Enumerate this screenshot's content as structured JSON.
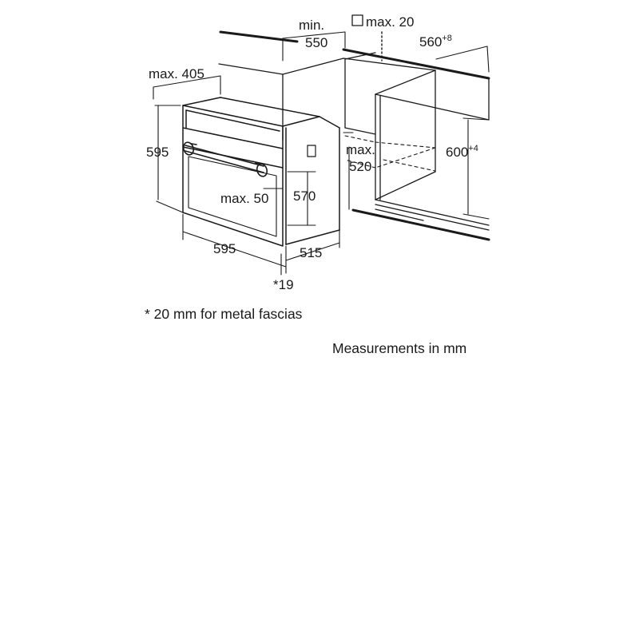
{
  "dimensions": {
    "niche_min_label": "min.",
    "niche_min_value": "550",
    "vent_max_label": "max. 20",
    "niche_width_base": "560",
    "niche_width_tol": "+8",
    "top_depth_label": "max. 405",
    "oven_height": "595",
    "niche_height_base": "600",
    "niche_height_tol": "+4",
    "floor_depth_label": "max.",
    "floor_depth_value": "520",
    "door_open_label": "max. 50",
    "body_height": "570",
    "oven_width": "595",
    "body_depth": "515",
    "fascia_label": "*19"
  },
  "notes": {
    "fascia_note": "* 20 mm for metal fascias",
    "units_note": "Measurements in mm"
  },
  "colors": {
    "line": "#1a1a1a",
    "background": "#ffffff"
  }
}
